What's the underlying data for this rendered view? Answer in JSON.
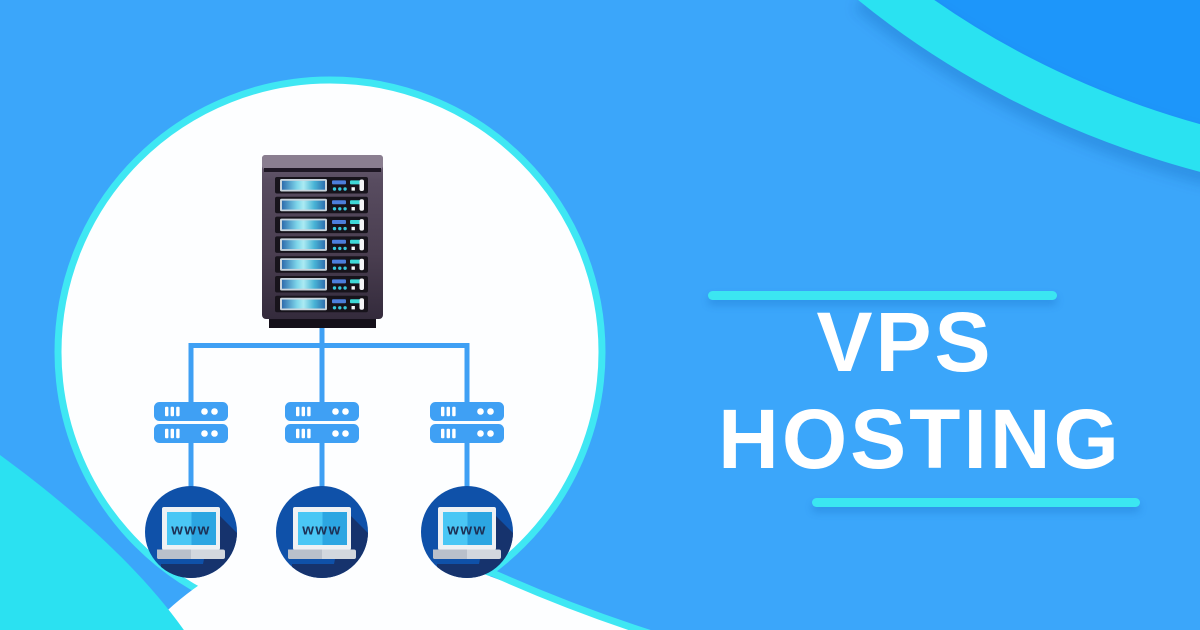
{
  "heading": {
    "line1": "VPS",
    "line2": "HOSTING"
  },
  "diagram": {
    "rack": {
      "icon": "server-rack-icon",
      "unit_count": 7
    },
    "mini_servers": [
      {
        "icon": "server-node-icon"
      },
      {
        "icon": "server-node-icon"
      },
      {
        "icon": "server-node-icon"
      }
    ],
    "clients": [
      {
        "icon": "laptop-www-icon",
        "label": "www"
      },
      {
        "icon": "laptop-www-icon",
        "label": "www"
      },
      {
        "icon": "laptop-www-icon",
        "label": "www"
      }
    ]
  },
  "colors": {
    "background": "#3BA6FA",
    "background_corner": "#1D96FA",
    "accent_cyan": "#35E5F2",
    "node_blue": "#3FA0F4",
    "client_circle": "#0F51A9",
    "client_circle_shadow": "#16336D",
    "heading_text": "#FFFFFF",
    "www_text": "#1D3055"
  }
}
